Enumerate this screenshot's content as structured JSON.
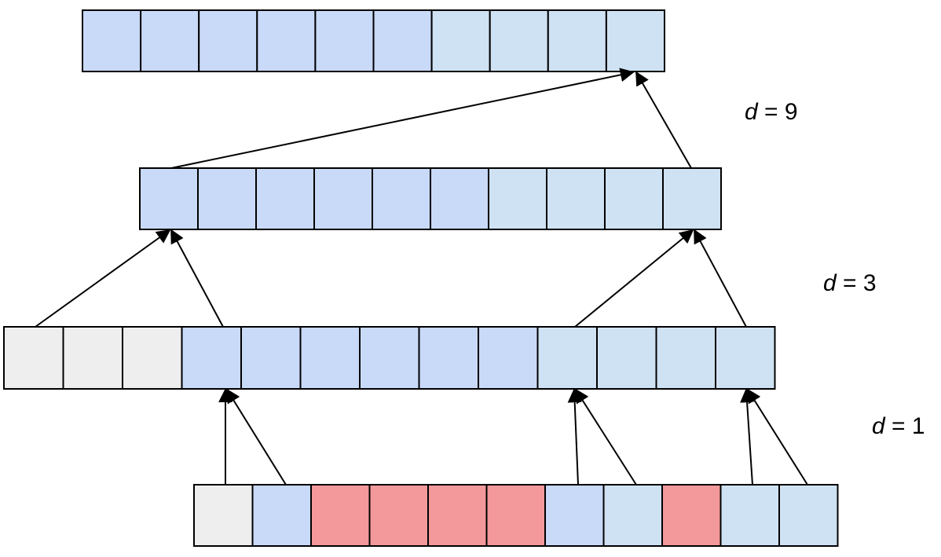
{
  "colors": {
    "blue": "#c9d9f8",
    "lightblue": "#cfe2f3",
    "gray": "#eeeeee",
    "red": "#f4999b",
    "stroke": "#000000"
  },
  "labels": {
    "d9": {
      "var": "d",
      "rest": " = 9"
    },
    "d3": {
      "var": "d",
      "rest": " = 3"
    },
    "d1": {
      "var": "d",
      "rest": " = 1"
    }
  },
  "rows": [
    {
      "name": "layer-output",
      "cells": [
        "blue",
        "blue",
        "blue",
        "blue",
        "blue",
        "blue",
        "lightblue",
        "lightblue",
        "lightblue",
        "lightblue"
      ]
    },
    {
      "name": "layer-hidden-2",
      "cells": [
        "blue",
        "blue",
        "blue",
        "blue",
        "blue",
        "blue",
        "lightblue",
        "lightblue",
        "lightblue",
        "lightblue"
      ]
    },
    {
      "name": "layer-hidden-1",
      "cells": [
        "gray",
        "gray",
        "gray",
        "blue",
        "blue",
        "blue",
        "blue",
        "blue",
        "blue",
        "lightblue",
        "lightblue",
        "lightblue",
        "lightblue"
      ]
    },
    {
      "name": "layer-input",
      "cells": [
        "gray",
        "blue",
        "red",
        "red",
        "red",
        "red",
        "blue",
        "lightblue",
        "red",
        "lightblue",
        "lightblue"
      ]
    }
  ]
}
